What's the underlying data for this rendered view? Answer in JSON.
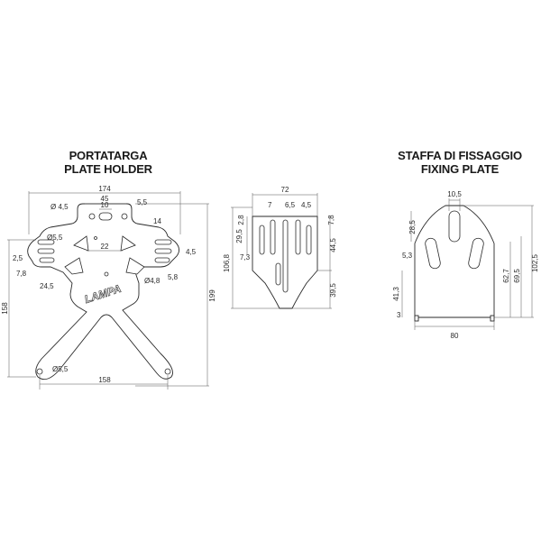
{
  "plate_holder": {
    "title_it": "PORTATARGA",
    "title_en": "PLATE HOLDER",
    "dims": {
      "width_total": "174",
      "top_45": "45",
      "top_10": "10",
      "d_45": "Ø 4,5",
      "top_55": "5,5",
      "top_14": "14",
      "d_55_left": "Ø5,5",
      "slot_25": "2,5",
      "slot_22": "22",
      "right_45": "4,5",
      "right_58": "5,8",
      "left_78": "7,8",
      "left_245": "24,5",
      "d_48": "Ø4,8",
      "height_158": "158",
      "height_199": "199",
      "d_55_bottom": "Ø5,5",
      "bottom_158": "158"
    },
    "logo": "LAMPA"
  },
  "side_view": {
    "dims": {
      "width_72": "72",
      "d7": "7",
      "d65": "6,5",
      "d45": "4,5",
      "d28": "2,8",
      "d295": "29,5",
      "d78": "7,8",
      "d1068": "106,8",
      "d73": "7,3",
      "d445": "44,5",
      "d395": "39,5"
    }
  },
  "fixing_plate": {
    "title_it": "STAFFA DI FISSAGGIO",
    "title_en": "FIXING PLATE",
    "dims": {
      "d105": "10,5",
      "d285": "28,5",
      "d53": "5,3",
      "d413": "41,3",
      "d3": "3",
      "d80": "80",
      "d627": "62,7",
      "d695": "69,5",
      "d1025": "102,5"
    }
  }
}
